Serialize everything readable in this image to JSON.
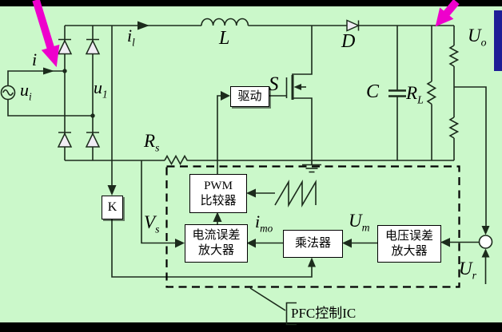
{
  "colors": {
    "background": "#cbf8ca",
    "wire": "#1c2b1c",
    "box_fill": "#ffffff",
    "box_border": "#000000",
    "highlight_arrow": "#ee00cc",
    "blue_edge_bar": "#1e1e96",
    "frame_bars": "#000000"
  },
  "symbols": {
    "input_current": {
      "base": "i",
      "sub": ""
    },
    "source_voltage": {
      "base": "u",
      "sub": "i"
    },
    "rectified_voltage": {
      "base": "u",
      "sub": "1"
    },
    "inductor_current": {
      "base": "i",
      "sub": "l"
    },
    "inductor": {
      "base": "L",
      "sub": ""
    },
    "boost_diode": {
      "base": "D",
      "sub": ""
    },
    "switch": {
      "base": "S",
      "sub": ""
    },
    "output_voltage": {
      "base": "U",
      "sub": "o"
    },
    "capacitor": {
      "base": "C",
      "sub": ""
    },
    "load_resistor": {
      "base": "R",
      "sub": "L"
    },
    "sense_resistor": {
      "base": "R",
      "sub": "s"
    },
    "sense_voltage": {
      "base": "V",
      "sub": "s"
    },
    "multiplier_output": {
      "base": "i",
      "sub": "mo"
    },
    "multiplier_voltage": {
      "base": "U",
      "sub": "m"
    },
    "reference_voltage": {
      "base": "U",
      "sub": "r"
    }
  },
  "blocks": {
    "gain": {
      "label": "K"
    },
    "drive": {
      "label": "驱动"
    },
    "pwm_comparator": {
      "line1": "PWM",
      "line2": "比较器"
    },
    "current_error_amp": {
      "line1": "电流误差",
      "line2": "放大器"
    },
    "multiplier": {
      "label": "乘法器"
    },
    "voltage_error_amp": {
      "line1": "电压误差",
      "line2": "放大器"
    }
  },
  "caption": {
    "pfc_ic": "PFC控制IC"
  }
}
